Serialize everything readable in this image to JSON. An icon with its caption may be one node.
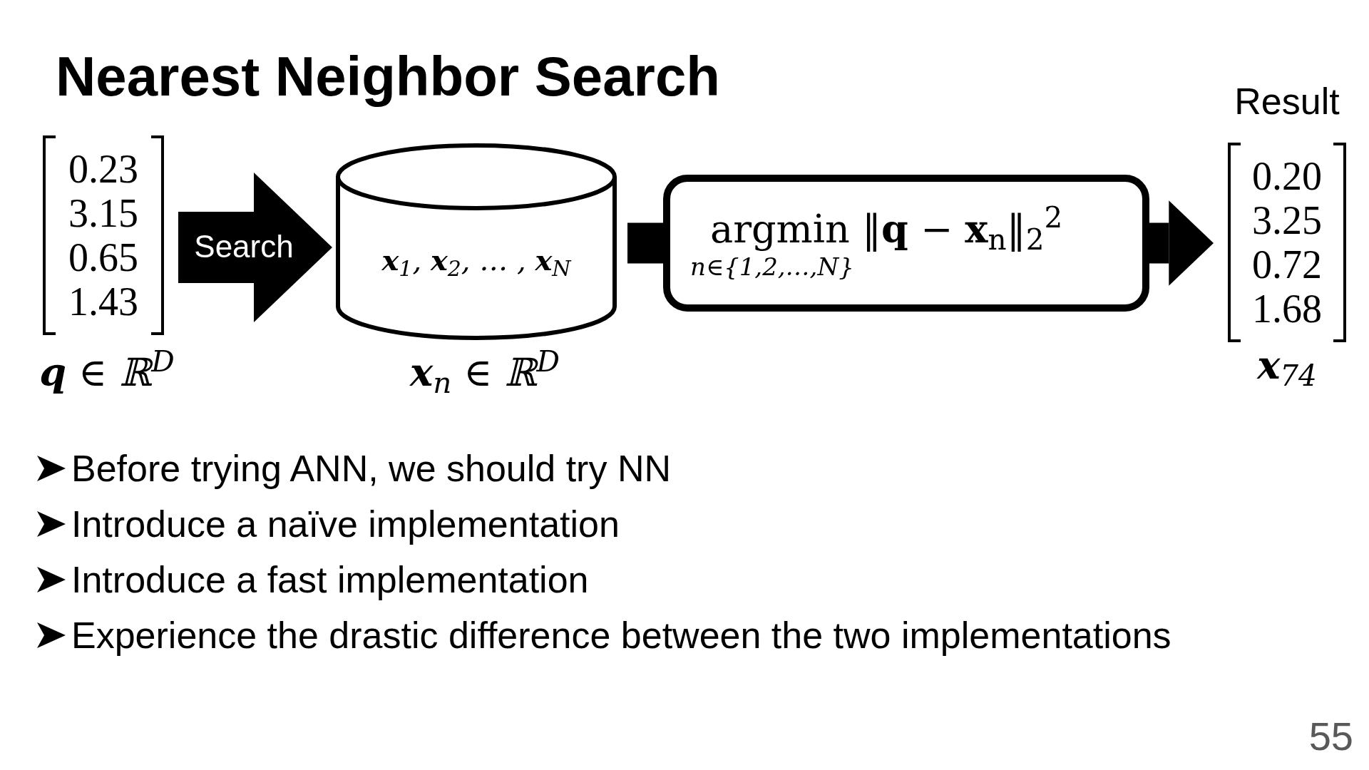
{
  "diagram": {
    "title": "Nearest Neighbor Search",
    "nodes": [
      {
        "text": [
          "0.23",
          "3.15",
          "0.65",
          "1.43"
        ],
        "beside": [
          "**q** ∈ ℝ$^{D}$"
        ]
      },
      {
        "text": [
          "**x**$_{1}$, **x**$_{2}$, … , **x**$_{N}$"
        ],
        "beside": [
          "**x**$_{n}$ ∈ ℝ$^{D}$"
        ]
      },
      {
        "text": [
          "argmin ‖**q** − **x**$_{n}$‖$_{2}$$^{2}$",
          "n∈{1,2,…,N}"
        ]
      },
      {
        "text": [
          "0.20",
          "3.25",
          "0.72",
          "1.68"
        ],
        "beside": [
          "Result",
          "**x**$_{74}$"
        ]
      }
    ],
    "edges": [
      {
        "from": 0,
        "to": 1,
        "arrow": "to",
        "label": "Search"
      },
      {
        "from": 1,
        "to": 2,
        "arrow": "none"
      },
      {
        "from": 2,
        "to": 3,
        "arrow": "to"
      }
    ],
    "labels": [
      "Before trying ANN, we should try NN",
      "Introduce a naïve implementation",
      "Introduce a fast implementation",
      "Experience the drastic difference between the two implementations",
      "55"
    ]
  }
}
